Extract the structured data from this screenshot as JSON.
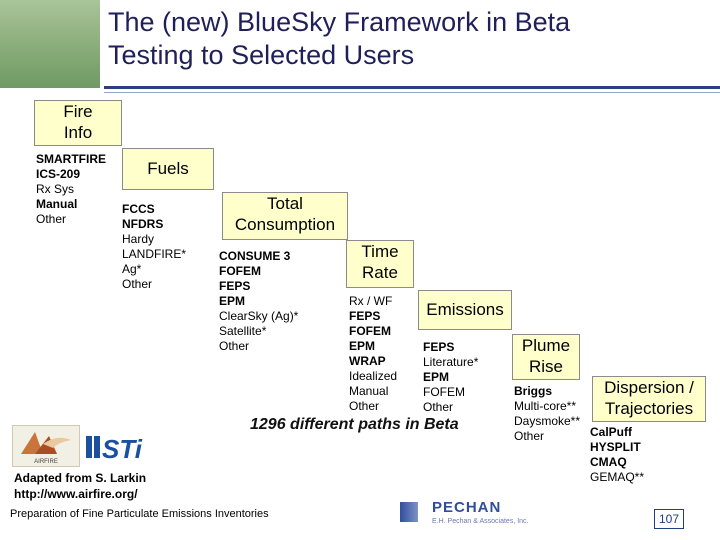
{
  "header": {
    "title_line1": "The (new) BlueSky Framework in Beta",
    "title_line2": "Testing to Selected Users"
  },
  "stages": {
    "fire_info": {
      "label_line1": "Fire",
      "label_line2": "Info",
      "items": [
        "SMARTFIRE",
        "ICS-209",
        "Rx Sys",
        "Manual",
        "Other"
      ]
    },
    "fuels": {
      "label": "Fuels",
      "items": [
        "FCCS",
        "NFDRS",
        "Hardy",
        "LANDFIRE*",
        "Ag*",
        "Other"
      ]
    },
    "total_consumption": {
      "label_line1": "Total",
      "label_line2": "Consumption",
      "items": [
        "CONSUME 3",
        "FOFEM",
        "FEPS",
        "EPM",
        "ClearSky (Ag)*",
        "Satellite*",
        "Other"
      ]
    },
    "time_rate": {
      "label_line1": "Time",
      "label_line2": "Rate",
      "items": [
        "Rx / WF",
        "FEPS",
        "FOFEM",
        "EPM",
        "WRAP",
        "Idealized",
        "Manual",
        "Other"
      ]
    },
    "emissions": {
      "label": "Emissions",
      "items": [
        "FEPS",
        "Literature*",
        "EPM",
        "FOFEM",
        "Other"
      ]
    },
    "plume_rise": {
      "label_line1": "Plume",
      "label_line2": "Rise",
      "items": [
        "Briggs",
        "Multi-core**",
        "Daysmoke**",
        "Other"
      ]
    },
    "dispersion": {
      "label_line1": "Dispersion /",
      "label_line2": "Trajectories",
      "items": [
        "CalPuff",
        "HYSPLIT",
        "CMAQ",
        "GEMAQ**"
      ]
    }
  },
  "summary": "1296 different paths in Beta",
  "credit_line1": "Adapted from S. Larkin",
  "credit_line2": "http://www.airfire.org/",
  "footer": {
    "title": "Preparation of Fine Particulate Emissions Inventories",
    "company": "PECHAN",
    "company_sub": "E.H. Pechan & Associates, Inc.",
    "page": "107"
  },
  "logos": {
    "airfire": "AIRFIRE",
    "sti": "STi"
  },
  "colors": {
    "title": "#1f1f5a",
    "rule": "#2b3f83",
    "stage_box": "#ffffcc",
    "pechan": "#2f4f9d"
  }
}
